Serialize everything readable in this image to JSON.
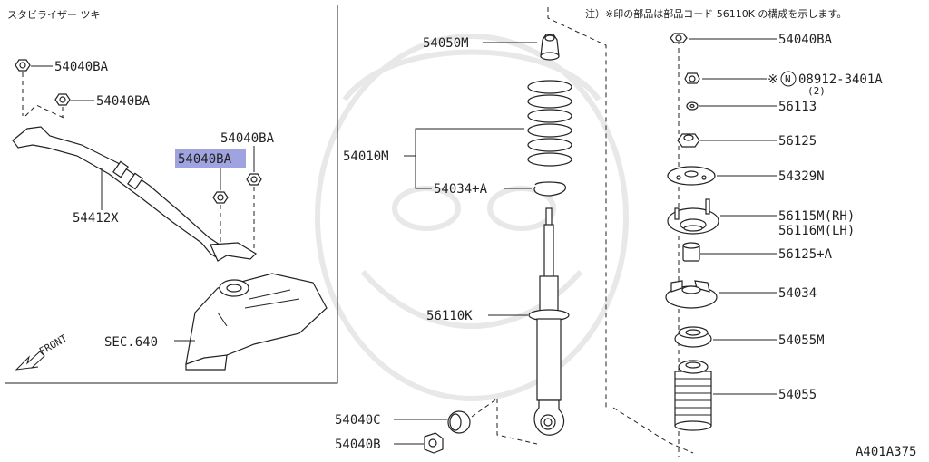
{
  "header": {
    "section_title": "スタビライザー ツキ",
    "note": "注）※印の部品は部品コード 56110K の構成を示します。",
    "figure_code": "A401A375",
    "front_label": "FRONT"
  },
  "colors": {
    "highlight": "#9fa3e0",
    "line": "#222222",
    "watermark": "#e6e6e6"
  },
  "left_panel": {
    "labels": {
      "bolt_top1": "54040BA",
      "bolt_top2": "54040BA",
      "bolt_right": "54040BA",
      "highlighted": "54040BA",
      "stabilizer": "54412X",
      "sec": "SEC.640"
    }
  },
  "middle": {
    "labels": {
      "bumper": "54050M",
      "spring": "54010M",
      "ring": "54034+A",
      "strut": "56110K",
      "bolt_c": "54040C",
      "bolt_b": "54040B"
    }
  },
  "right": {
    "labels": {
      "nut_top": "54040BA",
      "nut_special_mark": "※",
      "nut_special_n": "N",
      "nut_special": "08912-3401A",
      "nut_special_qty": "(2)",
      "washer": "56113",
      "nut_56125": "56125",
      "seat": "54329N",
      "mount_rh": "56115M(RH)",
      "mount_lh": "56116M(LH)",
      "bush": "56125+A",
      "seat_54034": "54034",
      "seat_54055m": "54055M",
      "boot": "54055"
    }
  }
}
